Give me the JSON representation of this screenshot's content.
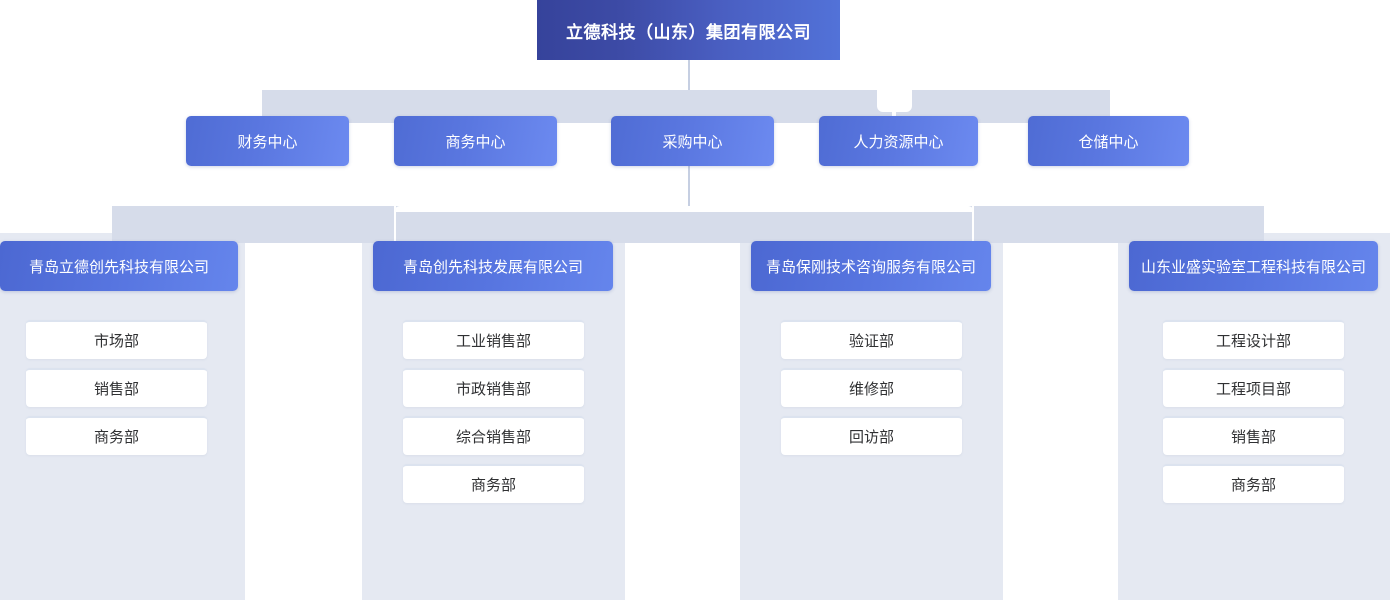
{
  "colors": {
    "root_gradient_start": "#36439b",
    "root_gradient_end": "#5272d8",
    "node_gradient_start": "#4f6cd4",
    "node_gradient_end": "#6c8af0",
    "column_background": "#e5e9f2",
    "connector_band": "#d6dcea",
    "leaf_background": "#ffffff",
    "leaf_text": "#303133",
    "node_text": "#ffffff"
  },
  "root": {
    "label": "立德科技（山东）集团有限公司"
  },
  "centers": [
    {
      "label": "财务中心"
    },
    {
      "label": "商务中心"
    },
    {
      "label": "采购中心"
    },
    {
      "label": "人力资源中心"
    },
    {
      "label": "仓储中心"
    }
  ],
  "companies": [
    {
      "label": "青岛立德创先科技有限公司",
      "departments": [
        {
          "label": "市场部"
        },
        {
          "label": "销售部"
        },
        {
          "label": "商务部"
        }
      ]
    },
    {
      "label": "青岛创先科技发展有限公司",
      "departments": [
        {
          "label": "工业销售部"
        },
        {
          "label": "市政销售部"
        },
        {
          "label": "综合销售部"
        },
        {
          "label": "商务部"
        }
      ]
    },
    {
      "label": "青岛保刚技术咨询服务有限公司",
      "departments": [
        {
          "label": "验证部"
        },
        {
          "label": "维修部"
        },
        {
          "label": "回访部"
        }
      ]
    },
    {
      "label": "山东业盛实验室工程科技有限公司",
      "departments": [
        {
          "label": "工程设计部"
        },
        {
          "label": "工程项目部"
        },
        {
          "label": "销售部"
        },
        {
          "label": "商务部"
        }
      ]
    }
  ]
}
